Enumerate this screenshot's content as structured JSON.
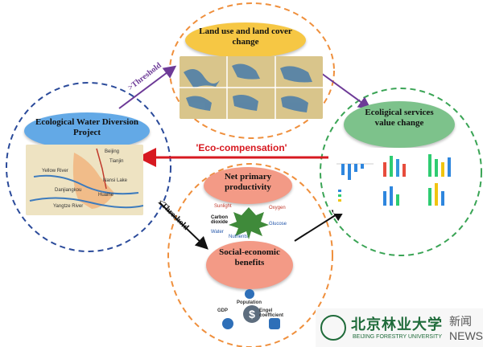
{
  "nodes": {
    "land_use": "Land use and land cover change",
    "ecological_water": "Ecological Water Diversion Project",
    "eco_value": "Ecoligical services value change",
    "npp": "Net primary productivity",
    "social": "Social-economic benefits"
  },
  "arrows": {
    "threshold_top": ">Threshold",
    "eco_compensation": "'Eco-compensation'",
    "threshold_bottom": "≤Threshold"
  },
  "photosynthesis": {
    "sunlight": "Sunlight",
    "oxygen": "Oxygen",
    "carbon_dioxide": "Carbon dioxide",
    "glucose": "Glucose",
    "water": "Water",
    "nutrients": "Nutrients"
  },
  "social_icons": {
    "population": "Population",
    "gdp": "GDP",
    "engel": "Engel coefficient"
  },
  "map_labels": {
    "yangtze": "Yangtze River",
    "danjiangkou": "Danjiangkou",
    "huaihe": "Huaihe",
    "nansi": "Nansi Lake",
    "yellow": "Yellow River",
    "tianjin": "Tianjin",
    "beijing": "Beijing"
  },
  "watermark": {
    "chinese": "北京林业大学",
    "news_cn": "新闻",
    "english": "BEIJING FORESTRY UNIVERSITY",
    "news_en": "NEWS"
  },
  "colors": {
    "yellow_ellipse": "#f6c744",
    "blue_ellipse": "#63a9e6",
    "green_ellipse": "#7dc28b",
    "salmon_ellipse": "#f39a86",
    "red_arrow": "#d71920",
    "purple_arrow": "#6d3a97",
    "orange_dash": "#ef8f3c",
    "blue_dash": "#2a4a9a",
    "green_dash": "#3aa455"
  }
}
